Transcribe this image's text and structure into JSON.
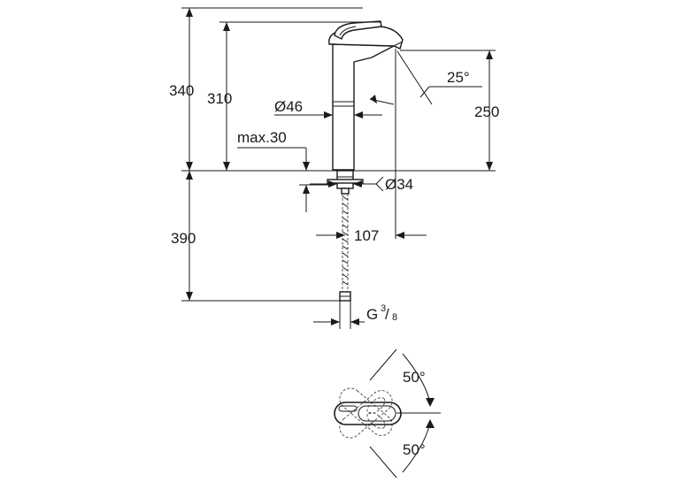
{
  "dimensions": {
    "total_height": "340",
    "spout_height": "310",
    "spout_diameter": "Ø46",
    "deck_thickness": "max.30",
    "spout_angle": "25°",
    "spout_lower_height": "250",
    "shank_diameter": "Ø34",
    "hose_length": "390",
    "spout_reach": "107",
    "connection_thread_letter": "G",
    "connection_thread_numerator": "3",
    "connection_thread_denominator": "8",
    "lever_angle_upper": "50°",
    "lever_angle_lower": "50°"
  }
}
